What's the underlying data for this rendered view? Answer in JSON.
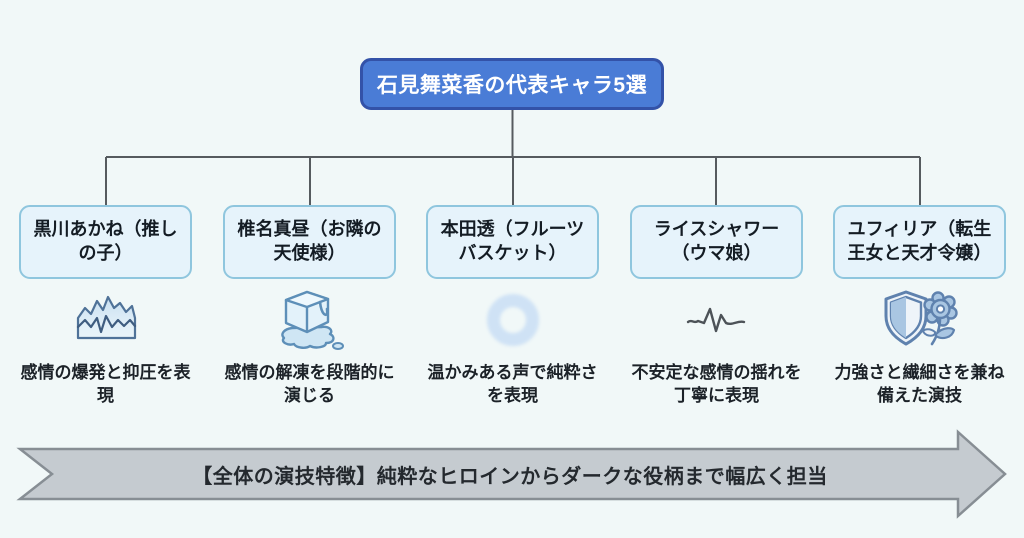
{
  "title": "石見舞菜香の代表キャラ5選",
  "characters": [
    {
      "name": "黒川あかね（推しの子）",
      "icon": "emotion-waveform-icon",
      "description": "感情の爆発と抑圧を表現"
    },
    {
      "name": "椎名真昼（お隣の天使様）",
      "icon": "melting-ice-icon",
      "description": "感情の解凍を段階的に演じる"
    },
    {
      "name": "本田透（フルーツバスケット）",
      "icon": "soft-ring-icon",
      "description": "温かみある声で純粋さを表現"
    },
    {
      "name": "ライスシャワー（ウマ娘）",
      "icon": "pulse-line-icon",
      "description": "不安定な感情の揺れを丁寧に表現"
    },
    {
      "name": "ユフィリア（転生王女と天才令嬢）",
      "icon": "shield-flower-icon",
      "description": "力強さと繊細さを兼ね備えた演技"
    }
  ],
  "banner": {
    "text": "【全体の演技特徴】純粋なヒロインからダークな役柄まで幅広く担当"
  },
  "colors": {
    "background": "#f1f8f8",
    "title_fill": "#4a7cd6",
    "title_border": "#3352a8",
    "box_fill": "#e6f3fb",
    "box_border": "#8fc6de",
    "connector": "#565b5f",
    "banner_fill": "#c5cbd0",
    "banner_border": "#878e94"
  }
}
